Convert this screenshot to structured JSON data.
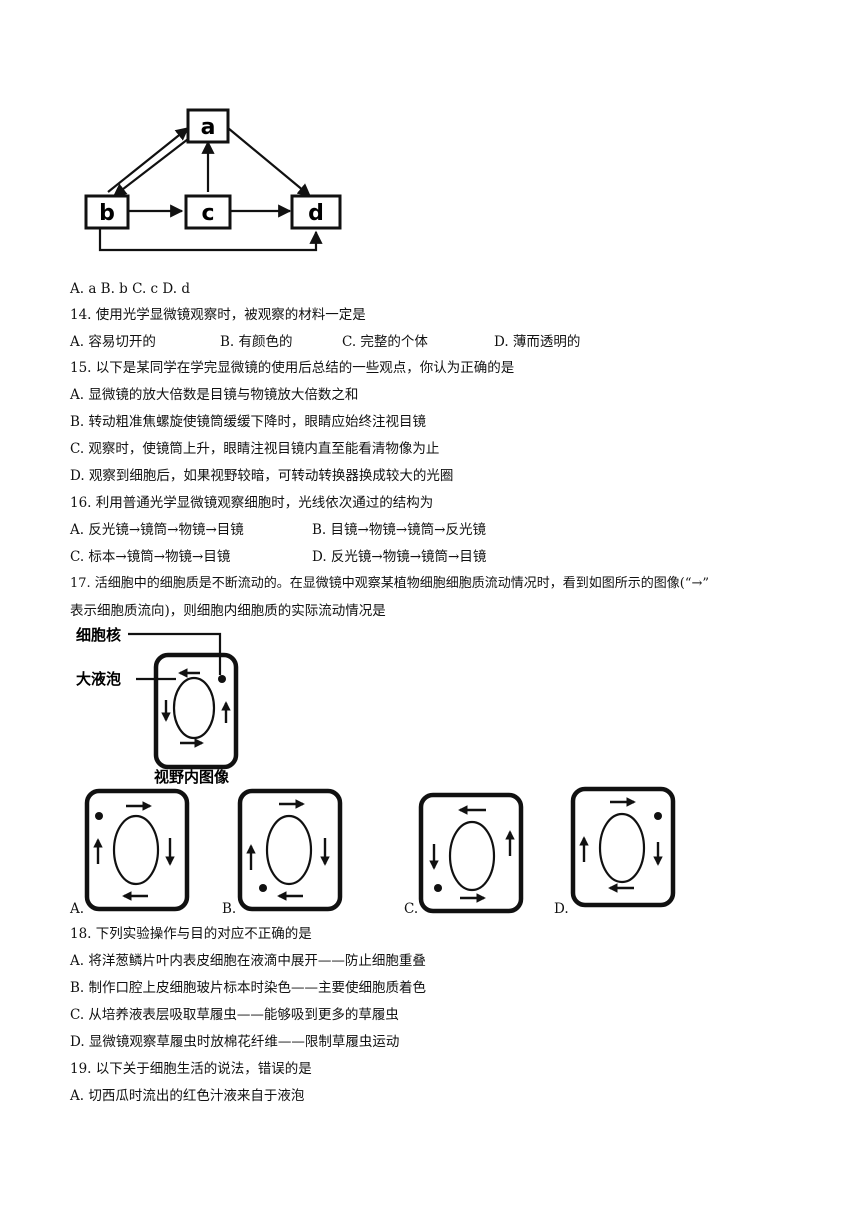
{
  "q13": {
    "diagram": {
      "nodes": [
        "a",
        "b",
        "c",
        "d"
      ]
    },
    "options": "A. a        B. b        C. c        D. d"
  },
  "q14": {
    "stem": "14. 使用光学显微镜观察时，被观察的材料一定是",
    "options": [
      "A. 容易切开的",
      "B. 有颜色的",
      "C. 完整的个体",
      "D. 薄而透明的"
    ]
  },
  "q15": {
    "stem": "15. 以下是某同学在学完显微镜的使用后总结的一些观点，你认为正确的是",
    "options": [
      "A. 显微镜的放大倍数是目镜与物镜放大倍数之和",
      "B. 转动粗准焦螺旋使镜筒缓缓下降时，眼睛应始终注视目镜",
      "C. 观察时，使镜筒上升，眼睛注视目镜内直至能看清物像为止",
      "D. 观察到细胞后，如果视野较暗，可转动转换器换成较大的光圈"
    ]
  },
  "q16": {
    "stem": "16. 利用普通光学显微镜观察细胞时，光线依次通过的结构为",
    "options": [
      "A. 反光镜→镜筒→物镜→目镜",
      "B. 目镜→物镜→镜筒→反光镜",
      "C. 标本→镜筒→物镜→目镜",
      "D. 反光镜→物镜→镜筒→目镜"
    ]
  },
  "q17": {
    "stem_line1": "17. 活细胞中的细胞质是不断流动的。在显微镜中观察某植物细胞细胞质流动情况时，看到如图所示的图像(“→”",
    "stem_line2": "表示细胞质流向)，则细胞内细胞质的实际流动情况是",
    "figure": {
      "label_nucleus": "细胞核",
      "label_vacuole": "大液泡",
      "caption": "视野内图像"
    },
    "options": [
      "A.",
      "B.",
      "C.",
      "D."
    ]
  },
  "q18": {
    "stem": "18. 下列实验操作与目的对应不正确的是",
    "options": [
      "A. 将洋葱鳞片叶内表皮细胞在液滴中展开——防止细胞重叠",
      "B. 制作口腔上皮细胞玻片标本时染色——主要使细胞质着色",
      "C. 从培养液表层吸取草履虫——能够吸到更多的草履虫",
      "D. 显微镜观察草履虫时放棉花纤维——限制草履虫运动"
    ]
  },
  "q19": {
    "stem": "19. 以下关于细胞生活的说法，错误的是",
    "options": [
      "A. 切西瓜时流出的红色汁液来自于液泡"
    ]
  }
}
